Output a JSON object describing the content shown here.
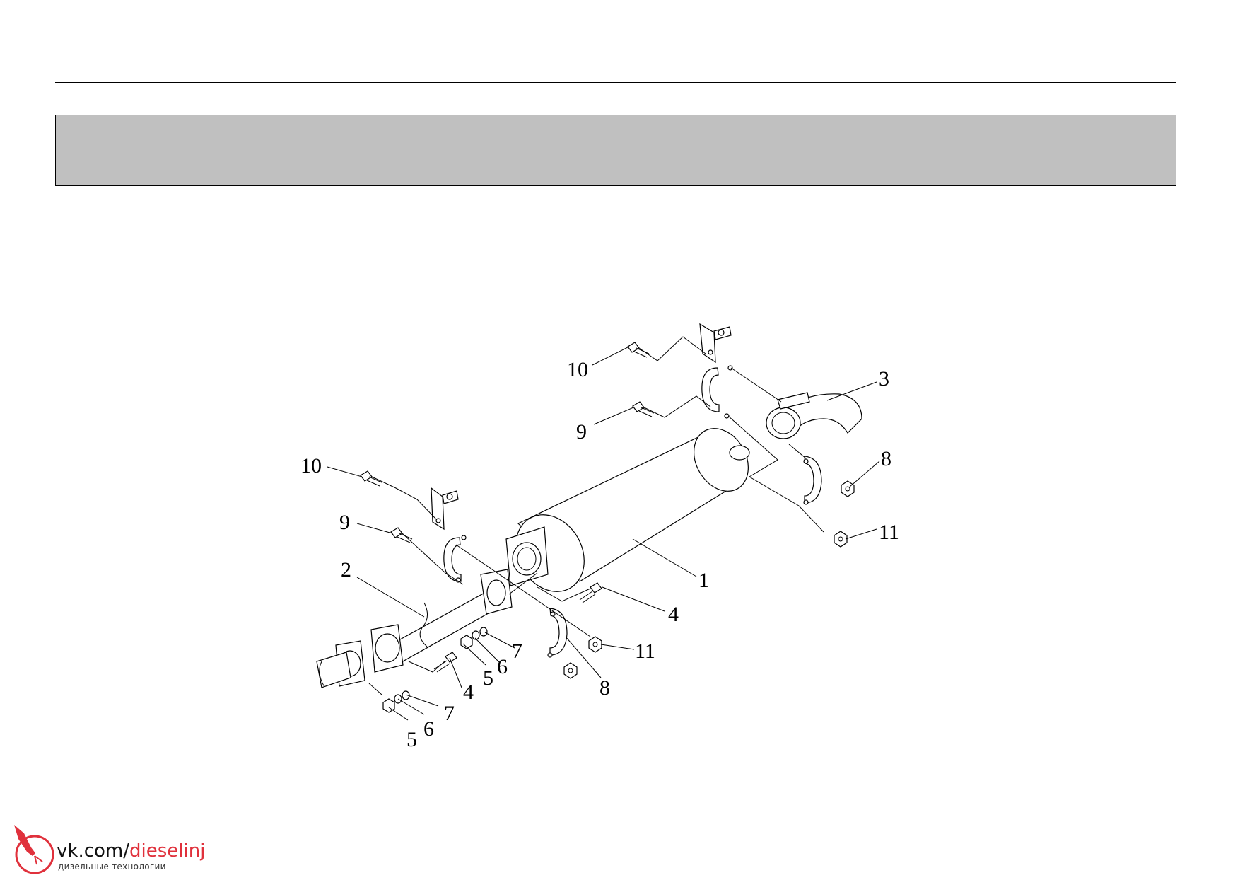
{
  "callouts": {
    "c1": "1",
    "c2": "2",
    "c3": "3",
    "c4a": "4",
    "c4b": "4",
    "c5a": "5",
    "c5b": "5",
    "c6a": "6",
    "c6b": "6",
    "c7a": "7",
    "c7b": "7",
    "c8a": "8",
    "c8b": "8",
    "c9a": "9",
    "c9b": "9",
    "c10a": "10",
    "c10b": "10",
    "c11a": "11",
    "c11b": "11"
  },
  "watermark": {
    "prefix": "vk.com/",
    "accent": "dieselinj",
    "subtitle": "дизельные технологии",
    "accent_color": "#e0313c"
  },
  "colors": {
    "header_band": "#c0c0c0",
    "line": "#000000"
  }
}
